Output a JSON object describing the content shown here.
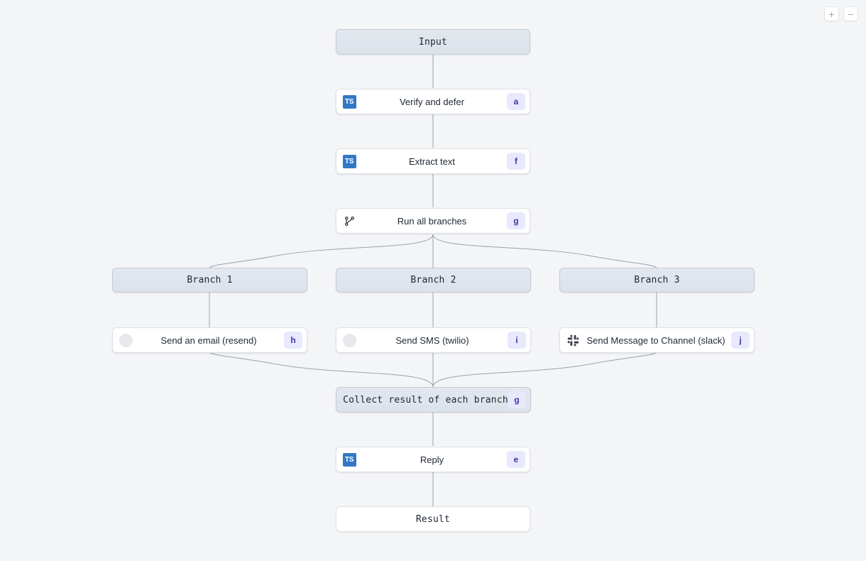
{
  "canvas": {
    "background": "#f4f5f7",
    "edge_color": "#9aa1ab",
    "accent_badge_bg": "#e8e9fd",
    "accent_badge_fg": "#3b38a8",
    "ts_icon_color": "#3178c6",
    "frame_bg": "#e3e8ef"
  },
  "zoom_controls": {
    "zoom_in_label": "+",
    "zoom_out_label": "−"
  },
  "nodes": {
    "input": {
      "label": "Input",
      "type": "frame"
    },
    "verify": {
      "label": "Verify and defer",
      "badge": "a",
      "icon": "typescript-icon",
      "type": "step"
    },
    "extract": {
      "label": "Extract text",
      "badge": "f",
      "icon": "typescript-icon",
      "type": "step"
    },
    "run_branches": {
      "label": "Run all branches",
      "badge": "g",
      "icon": "git-branch-icon",
      "type": "step"
    },
    "branch1": {
      "label": "Branch 1",
      "type": "frame"
    },
    "branch2": {
      "label": "Branch 2",
      "type": "frame"
    },
    "branch3": {
      "label": "Branch 3",
      "type": "frame"
    },
    "email": {
      "label": "Send an email (resend)",
      "badge": "h",
      "icon": "circle-placeholder-icon",
      "type": "step"
    },
    "sms": {
      "label": "Send SMS (twilio)",
      "badge": "i",
      "icon": "circle-placeholder-icon",
      "type": "step"
    },
    "slack": {
      "label": "Send Message to Channel (slack)",
      "badge": "j",
      "icon": "slack-icon",
      "type": "step"
    },
    "collect": {
      "label": "Collect result of each branch",
      "badge": "g",
      "type": "frame"
    },
    "reply": {
      "label": "Reply",
      "badge": "e",
      "icon": "typescript-icon",
      "type": "step"
    },
    "result": {
      "label": "Result",
      "type": "result"
    }
  },
  "icon_text": {
    "typescript": "TS"
  }
}
